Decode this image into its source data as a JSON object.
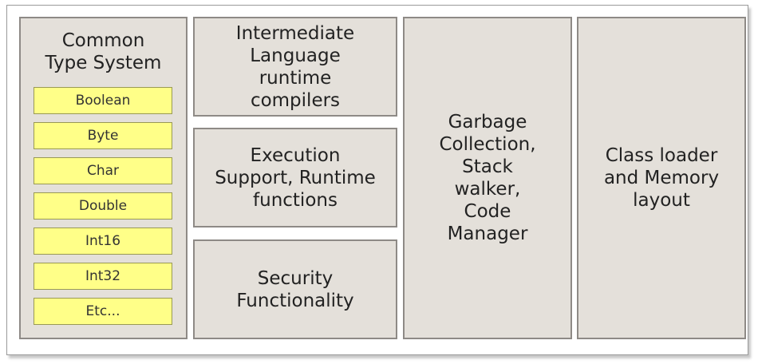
{
  "cts": {
    "title": "Common\nType System",
    "items": [
      "Boolean",
      "Byte",
      "Char",
      "Double",
      "Int16",
      "Int32",
      "Etc..."
    ]
  },
  "boxes": {
    "il_compilers": "Intermediate\nLanguage\nruntime\ncompilers",
    "execution_support": "Execution\nSupport, Runtime\nfunctions",
    "security": "Security\nFunctionality",
    "garbage_collection": "Garbage\nCollection,\nStack\nwalker,\nCode\nManager",
    "class_loader": "Class loader\nand Memory\nlayout"
  },
  "colors": {
    "box_fill": "#e4e0da",
    "box_border": "#8e8a86",
    "type_fill": "#ffff88"
  }
}
